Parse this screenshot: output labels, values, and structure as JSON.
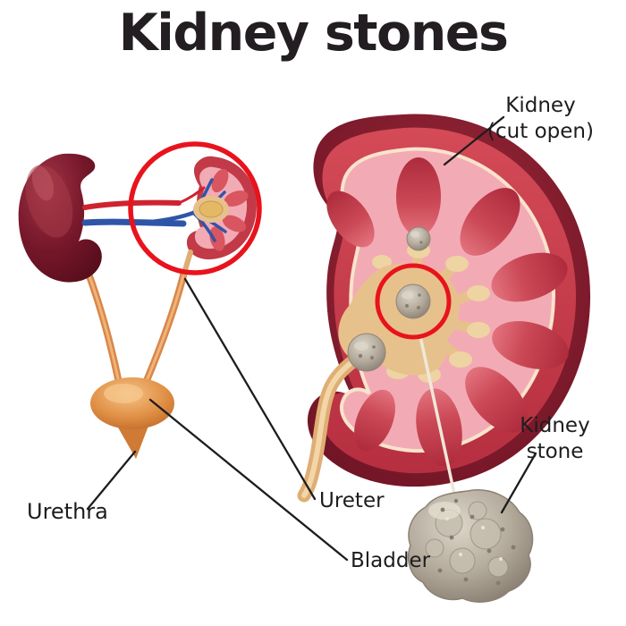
{
  "title": "Kidney stones",
  "labels": {
    "kidney_cut_open": [
      "Kidney",
      "(cut open)"
    ],
    "kidney_stone": [
      "Kidney",
      "stone"
    ],
    "ureter": "Ureter",
    "bladder": "Bladder",
    "urethra": "Urethra"
  },
  "colors": {
    "annotation_red": "#e8131d",
    "label_text": "#1d1d1f",
    "title_text": "#221e21",
    "stone_gray": "#b3aa9c",
    "kidney_maroon": "#7a1b2c",
    "kidney_red": "#c8394a",
    "kidney_pink": "#f2abb4",
    "renal_pelvis_tan": "#e7c18c",
    "bladder_orange": "#e09045",
    "artery_red": "#cf2330",
    "vein_blue": "#2f55a8"
  }
}
